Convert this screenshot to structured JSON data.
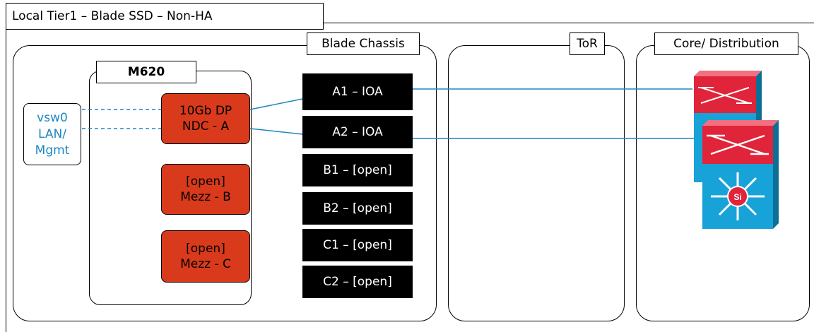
{
  "diagram_title": "Local Tier1 – Blade SSD – Non-HA",
  "groups": {
    "blade_chassis": "Blade Chassis",
    "tor": "ToR",
    "core": "Core/ Distribution"
  },
  "server": {
    "label": "M620",
    "nics": [
      "10Gb DP\nNDC - A",
      "[open]\nMezz - B",
      "[open]\nMezz - C"
    ]
  },
  "vswitch": "vsw0\nLAN/\nMgmt",
  "io_modules": [
    "A1 – IOA",
    "A2 – IOA",
    "B1 – [open]",
    "B2 – [open]",
    "C1 – [open]",
    "C2 – [open]"
  ],
  "colors": {
    "nic_fill": "#d93a1c",
    "link_line": "#1f86c2",
    "switch_top": "#e0243a",
    "switch_body": "#17a3d8"
  },
  "icons": [
    "multilayer-switch-icon",
    "multilayer-switch-icon"
  ]
}
